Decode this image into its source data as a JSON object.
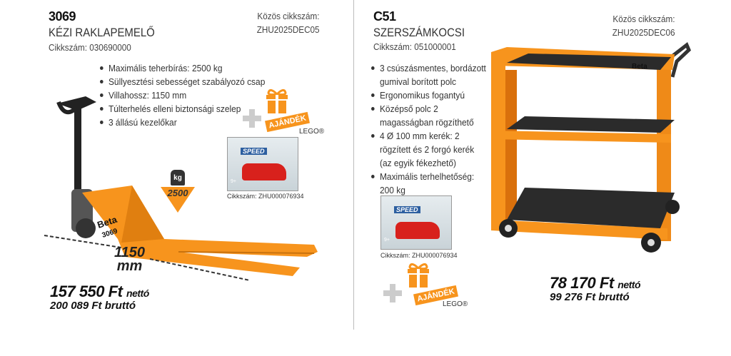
{
  "left": {
    "code": "3069",
    "title": "KÉZI RAKLAPEMELŐ",
    "sku": "Cikkszám: 030690000",
    "common_label": "Közös cikkszám:",
    "common_code": "ZHU2025DEC05",
    "features": [
      "Maximális teherbírás: 2500 kg",
      "Süllyesztési sebességet szabályozó csap",
      "Villahossz: 1150 mm",
      "Túlterhelés elleni  biztonsági szelep",
      "3 állású kezelőkar"
    ],
    "gift_badge": "AJÁNDÉK",
    "gift_brand": "LEGO®",
    "gift_sku": "Cikkszám: ZHU000076934",
    "weight_unit": "kg",
    "weight_value": "2500",
    "fork_length": "1150",
    "fork_unit": "mm",
    "brand_mark": "Beta",
    "model_mark": "3069",
    "price_net": "157 550 Ft",
    "net_label": "nettó",
    "price_gross": "200 089 Ft bruttó"
  },
  "right": {
    "code": "C51",
    "title": "SZERSZÁMKOCSI",
    "sku": "Cikkszám: 051000001",
    "common_label": "Közös cikkszám:",
    "common_code": "ZHU2025DEC06",
    "features": [
      "3 csúszásmentes, bordázott gumival borított polc",
      "Ergonomikus fogantyú",
      "Középső polc 2 magasságban rögzíthető",
      "4 Ø 100 mm kerék: 2 rögzített és 2 forgó kerék (az egyik fékezhető)",
      "Maximális terhelhetőség: 200 kg"
    ],
    "gift_badge": "AJÁNDÉK",
    "gift_brand": "LEGO®",
    "gift_sku": "Cikkszám: ZHU000076934",
    "brand_mark": "Beta",
    "price_net": "78 170 Ft",
    "net_label": "nettó",
    "price_gross": "99 276 Ft bruttó"
  },
  "lego_box": {
    "series": "SPEED",
    "age": "9+"
  },
  "colors": {
    "accent": "#f7941d",
    "text": "#111111"
  }
}
